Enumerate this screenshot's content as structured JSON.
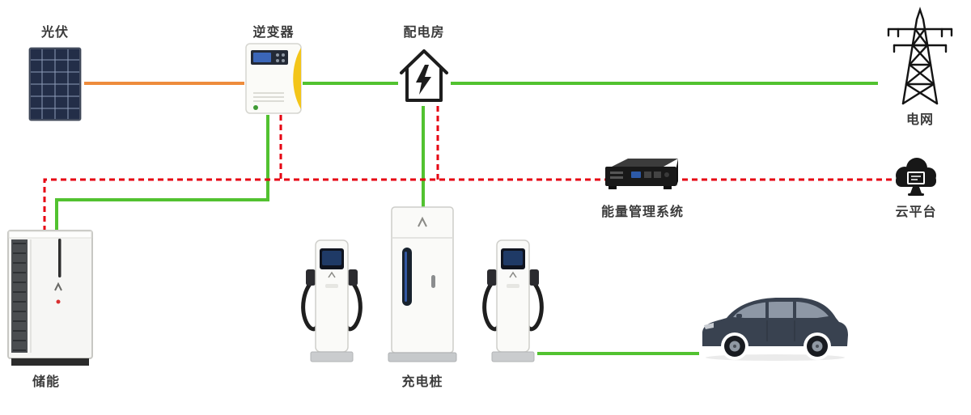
{
  "diagram": {
    "nodes": {
      "pv": {
        "label": "光伏"
      },
      "inverter": {
        "label": "逆变器"
      },
      "power_room": {
        "label": "配电房"
      },
      "grid": {
        "label": "电网"
      },
      "ems": {
        "label": "能量管理系统"
      },
      "cloud": {
        "label": "云平台"
      },
      "storage": {
        "label": "储能"
      },
      "charger": {
        "label": "充电桩"
      }
    },
    "colors": {
      "pv_line": "#EE8C3C",
      "ac_line": "#52C230",
      "comm_line": "#E60012"
    }
  }
}
